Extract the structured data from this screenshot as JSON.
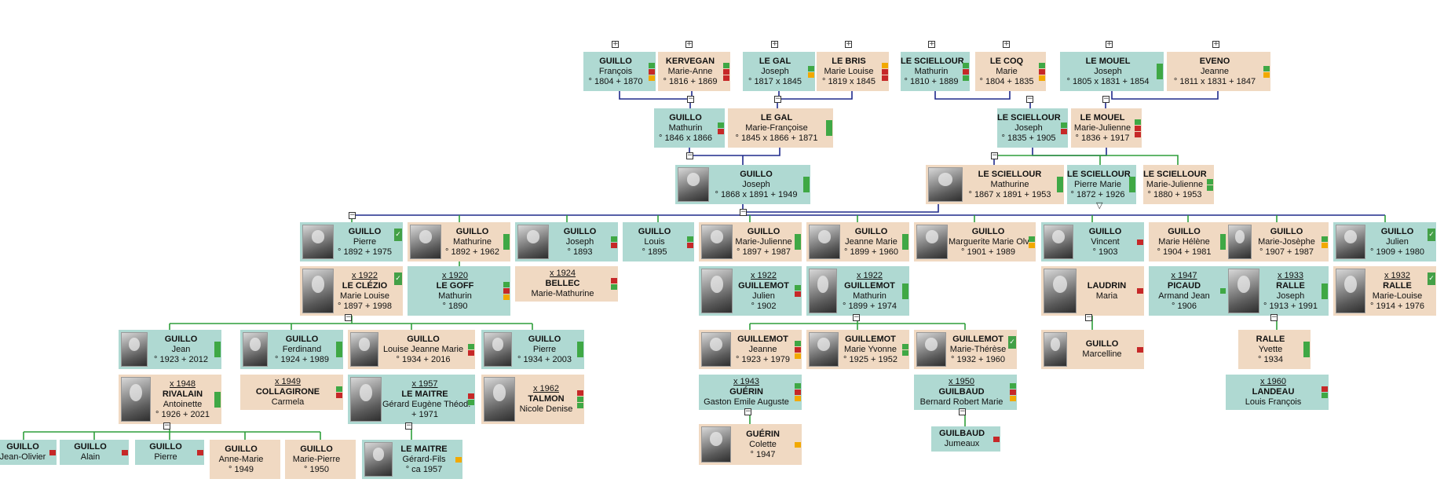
{
  "colors": {
    "male": "#afd9d2",
    "female": "#f0d9c2",
    "ancestorLine": "#1f2a8c",
    "descLine": "#2e9e3a",
    "green": "#3fa845",
    "red": "#c62828",
    "orange": "#f2a900"
  },
  "people": [
    {
      "id": "p_fr",
      "sex": "m",
      "surname": "GUILLO",
      "given": "François",
      "dates": "° 1804   + 1870",
      "flags": [
        "green",
        "red",
        "orange"
      ],
      "toggle": "plus"
    },
    {
      "id": "p_ma",
      "sex": "f",
      "surname": "KERVEGAN",
      "given": "Marie-Anne",
      "dates": "° 1816   + 1869",
      "flags": [
        "green",
        "red",
        "red"
      ],
      "toggle": "plus"
    },
    {
      "id": "p_jlg",
      "sex": "m",
      "surname": "LE GAL",
      "given": "Joseph",
      "dates": "° 1817   x 1845",
      "flags": [
        "green",
        "orange"
      ],
      "toggle": "plus"
    },
    {
      "id": "p_mlb",
      "sex": "f",
      "surname": "LE BRIS",
      "given": "Marie Louise",
      "dates": "° 1819   x 1845",
      "flags": [
        "orange",
        "red",
        "red"
      ],
      "toggle": "plus"
    },
    {
      "id": "p_msc",
      "sex": "m",
      "surname": "LE SCIELLOUR",
      "given": "Mathurin",
      "dates": "° 1810   + 1889",
      "flags": [
        "green",
        "red",
        "green"
      ],
      "toggle": "plus"
    },
    {
      "id": "p_mco",
      "sex": "f",
      "surname": "LE COQ",
      "given": "Marie",
      "dates": "° 1804   + 1835",
      "flags": [
        "green",
        "red",
        "orange"
      ],
      "toggle": "plus"
    },
    {
      "id": "p_jmo",
      "sex": "m",
      "surname": "LE MOUEL",
      "given": "Joseph",
      "dates": "° 1805   x 1831   + 1854",
      "flags": [
        "tall-green"
      ],
      "toggle": "plus"
    },
    {
      "id": "p_jev",
      "sex": "f",
      "surname": "EVENO",
      "given": "Jeanne",
      "dates": "° 1811   x 1831   + 1847",
      "flags": [
        "green",
        "orange"
      ],
      "toggle": "plus"
    },
    {
      "id": "p_mgu",
      "sex": "m",
      "surname": "GUILLO",
      "given": "Mathurin",
      "dates": "° 1846   x 1866",
      "flags": [
        "green",
        "red"
      ]
    },
    {
      "id": "p_mfg",
      "sex": "f",
      "surname": "LE GAL",
      "given": "Marie-Françoise",
      "dates": "° 1845   x 1866   + 1871",
      "flags": [
        "tall-green"
      ]
    },
    {
      "id": "p_jsc",
      "sex": "m",
      "surname": "LE SCIELLOUR",
      "given": "Joseph",
      "dates": "° 1835   + 1905",
      "flags": [
        "green",
        "red"
      ]
    },
    {
      "id": "p_mjm",
      "sex": "f",
      "surname": "LE MOUEL",
      "given": "Marie-Julienne",
      "dates": "° 1836   + 1917",
      "flags": [
        "green",
        "red",
        "red"
      ]
    },
    {
      "id": "p_jgu",
      "sex": "m",
      "surname": "GUILLO",
      "given": "Joseph",
      "dates": "° 1868   x 1891   + 1949",
      "flags": [
        "tall-green"
      ],
      "photo": true
    },
    {
      "id": "p_mts",
      "sex": "f",
      "surname": "LE SCIELLOUR",
      "given": "Mathurine",
      "dates": "° 1867   x 1891   + 1953",
      "flags": [
        "tall-green"
      ],
      "photo": true
    },
    {
      "id": "p_pms",
      "sex": "m",
      "surname": "LE SCIELLOUR",
      "given": "Pierre Marie",
      "dates": "° 1872   + 1926",
      "flags": [
        "tall-green"
      ]
    },
    {
      "id": "p_mjs",
      "sex": "f",
      "surname": "LE SCIELLOUR",
      "given": "Marie-Julienne",
      "dates": "° 1880   + 1953",
      "flags": [
        "green",
        "green"
      ]
    },
    {
      "id": "c_pie",
      "sex": "m",
      "surname": "GUILLO",
      "given": "Pierre",
      "dates": "° 1892   + 1975",
      "photo": true,
      "check": true
    },
    {
      "id": "c_mat",
      "sex": "f",
      "surname": "GUILLO",
      "given": "Mathurine",
      "dates": "° 1892   + 1962",
      "flags": [
        "tall-green"
      ],
      "photo": true
    },
    {
      "id": "c_jos",
      "sex": "m",
      "surname": "GUILLO",
      "given": "Joseph",
      "dates": "° 1893",
      "flags": [
        "green",
        "red"
      ],
      "photo": true
    },
    {
      "id": "c_lou",
      "sex": "m",
      "surname": "GUILLO",
      "given": "Louis",
      "dates": "° 1895",
      "flags": [
        "green",
        "red"
      ]
    },
    {
      "id": "c_mju",
      "sex": "f",
      "surname": "GUILLO",
      "given": "Marie-Julienne",
      "dates": "° 1897   + 1987",
      "flags": [
        "tall-green"
      ],
      "photo": true
    },
    {
      "id": "c_jma",
      "sex": "f",
      "surname": "GUILLO",
      "given": "Jeanne Marie",
      "dates": "° 1899   + 1960",
      "flags": [
        "tall-green"
      ],
      "photo": true
    },
    {
      "id": "c_mmo",
      "sex": "f",
      "surname": "GUILLO",
      "given": "Marguerite Marie Olv.",
      "dates": "° 1901   + 1989",
      "flags": [
        "green",
        "orange"
      ],
      "photo": true
    },
    {
      "id": "c_vin",
      "sex": "m",
      "surname": "GUILLO",
      "given": "Vincent",
      "dates": "° 1903",
      "flags": [
        "red"
      ],
      "photo": true
    },
    {
      "id": "c_mhe",
      "sex": "f",
      "surname": "GUILLO",
      "given": "Marie Hélène",
      "dates": "° 1904   + 1981",
      "flags": [
        "tall-green"
      ]
    },
    {
      "id": "c_mjo",
      "sex": "f",
      "surname": "GUILLO",
      "given": "Marie-Josèphe",
      "dates": "° 1907   + 1987",
      "flags": [
        "green",
        "orange"
      ],
      "photo": true
    },
    {
      "id": "c_jul",
      "sex": "m",
      "surname": "GUILLO",
      "given": "Julien",
      "dates": "° 1909   + 1980",
      "photo": true,
      "check": true
    },
    {
      "id": "s_mlc",
      "sex": "f",
      "marr": "x 1922",
      "surname": "LE CLÉZIO",
      "given": "Marie Louise",
      "dates": "° 1897   + 1998",
      "photo": true,
      "check": true,
      "toggle": "minus"
    },
    {
      "id": "s_mlg",
      "sex": "m",
      "marr": "x 1920",
      "surname": "LE GOFF",
      "given": "Mathurin",
      "dates": "° 1890",
      "flags": [
        "green",
        "red",
        "orange"
      ]
    },
    {
      "id": "s_mmb",
      "sex": "f",
      "marr": "x 1924",
      "surname": "BELLEC",
      "given": "Marie-Mathurine",
      "flags": [
        "red",
        "green"
      ]
    },
    {
      "id": "s_jgm",
      "sex": "m",
      "marr": "x 1922",
      "surname": "GUILLEMOT",
      "given": "Julien",
      "dates": "° 1902",
      "flags": [
        "green",
        "red"
      ],
      "photo": true
    },
    {
      "id": "s_mgm",
      "sex": "m",
      "marr": "x 1922",
      "surname": "GUILLEMOT",
      "given": "Mathurin",
      "dates": "° 1899   + 1974",
      "flags": [
        "tall-green"
      ],
      "photo": true,
      "toggle": "minus"
    },
    {
      "id": "s_mla",
      "sex": "f",
      "surname": "LAUDRIN",
      "given": "Maria",
      "flags": [
        "red"
      ],
      "photo": true,
      "toggle": "minus"
    },
    {
      "id": "s_ajp",
      "sex": "m",
      "marr": "x 1947",
      "surname": "PICAUD",
      "given": "Armand Jean",
      "dates": "° 1906",
      "flags": [
        "green"
      ]
    },
    {
      "id": "s_jra",
      "sex": "m",
      "marr": "x 1933",
      "surname": "RALLE",
      "given": "Joseph",
      "dates": "° 1913   + 1991",
      "flags": [
        "tall-green"
      ],
      "photo": true,
      "toggle": "minus"
    },
    {
      "id": "s_mlr",
      "sex": "f",
      "marr": "x 1932",
      "surname": "RALLE",
      "given": "Marie-Louise",
      "dates": "° 1914   + 1976",
      "photo": true,
      "check": true
    },
    {
      "id": "g_jea",
      "sex": "m",
      "surname": "GUILLO",
      "given": "Jean",
      "dates": "° 1923   + 2012",
      "flags": [
        "tall-green"
      ],
      "photo": true
    },
    {
      "id": "g_fer",
      "sex": "m",
      "surname": "GUILLO",
      "given": "Ferdinand",
      "dates": "° 1924   + 1989",
      "flags": [
        "tall-green"
      ],
      "photo": true
    },
    {
      "id": "g_ljm",
      "sex": "f",
      "surname": "GUILLO",
      "given": "Louise Jeanne Marie",
      "dates": "° 1934   + 2016",
      "flags": [
        "green",
        "red"
      ],
      "photo": true
    },
    {
      "id": "g_pie",
      "sex": "m",
      "surname": "GUILLO",
      "given": "Pierre",
      "dates": "° 1934   + 2003",
      "flags": [
        "tall-green"
      ],
      "photo": true
    },
    {
      "id": "g_jgt",
      "sex": "f",
      "surname": "GUILLEMOT",
      "given": "Jeanne",
      "dates": "° 1923   + 1979",
      "flags": [
        "green",
        "red",
        "orange"
      ],
      "photo": true
    },
    {
      "id": "g_mym",
      "sex": "f",
      "surname": "GUILLEMOT",
      "given": "Marie Yvonne",
      "dates": "° 1925   + 1952",
      "flags": [
        "green",
        "green"
      ],
      "photo": true
    },
    {
      "id": "g_mth",
      "sex": "f",
      "surname": "GUILLEMOT",
      "given": "Marie-Thérèse",
      "dates": "° 1932   + 1960",
      "photo": true,
      "check": true
    },
    {
      "id": "g_mcg",
      "sex": "f",
      "surname": "GUILLO",
      "given": "Marcelline",
      "flags": [
        "red"
      ],
      "photo": true
    },
    {
      "id": "g_yra",
      "sex": "f",
      "surname": "RALLE",
      "given": "Yvette",
      "dates": "° 1934",
      "flags": [
        "tall-green"
      ]
    },
    {
      "id": "g_ari",
      "sex": "f",
      "marr": "x 1948",
      "surname": "RIVALAIN",
      "given": "Antoinette",
      "dates": "° 1926   + 2021",
      "flags": [
        "tall-green"
      ],
      "photo": true,
      "toggle": "minus"
    },
    {
      "id": "g_cco",
      "sex": "f",
      "marr": "x 1949",
      "surname": "COLLAGIRONE",
      "given": "Carmela",
      "flags": [
        "green",
        "red"
      ]
    },
    {
      "id": "g_gem",
      "sex": "m",
      "marr": "x 1957",
      "surname": "LE MAITRE",
      "given": "Gérard Eugène Théod.",
      "dates": "+ 1971",
      "flags": [
        "red",
        "green"
      ],
      "photo": true,
      "toggle": "minus"
    },
    {
      "id": "g_ndt",
      "sex": "f",
      "marr": "x 1962",
      "surname": "TALMON",
      "given": "Nicole Denise",
      "flags": [
        "red",
        "green",
        "green"
      ],
      "photo": true
    },
    {
      "id": "g_geg",
      "sex": "m",
      "marr": "x 1943",
      "surname": "GUÉRIN",
      "given": "Gaston Emile Auguste",
      "flags": [
        "green",
        "red",
        "orange"
      ],
      "toggle": "minus"
    },
    {
      "id": "g_bgb",
      "sex": "m",
      "marr": "x 1950",
      "surname": "GUILBAUD",
      "given": "Bernard Robert Marie",
      "flags": [
        "green",
        "red",
        "orange"
      ],
      "toggle": "minus"
    },
    {
      "id": "g_lfl",
      "sex": "m",
      "marr": "x 1960",
      "surname": "LANDEAU",
      "given": "Louis François",
      "flags": [
        "red",
        "green"
      ]
    },
    {
      "id": "r_jol",
      "sex": "m",
      "surname": "GUILLO",
      "given": "Jean-Olivier",
      "flags": [
        "red"
      ]
    },
    {
      "id": "r_ala",
      "sex": "m",
      "surname": "GUILLO",
      "given": "Alain",
      "flags": [
        "red"
      ]
    },
    {
      "id": "r_pie",
      "sex": "m",
      "surname": "GUILLO",
      "given": "Pierre",
      "flags": [
        "red"
      ]
    },
    {
      "id": "r_amr",
      "sex": "f",
      "surname": "GUILLO",
      "given": "Anne-Marie",
      "dates": "° 1949"
    },
    {
      "id": "r_mpi",
      "sex": "f",
      "surname": "GUILLO",
      "given": "Marie-Pierre",
      "dates": "° 1950"
    },
    {
      "id": "r_gfl",
      "sex": "m",
      "surname": "LE MAITRE",
      "given": "Gérard-Fils",
      "dates": "° ca 1957",
      "flags": [
        "orange"
      ],
      "photo": true
    },
    {
      "id": "r_cgu",
      "sex": "f",
      "surname": "GUÉRIN",
      "given": "Colette",
      "dates": "° 1947",
      "flags": [
        "orange"
      ],
      "photo": true
    },
    {
      "id": "r_jgb",
      "sex": "m",
      "surname": "GUILBAUD",
      "given": "Jumeaux",
      "flags": [
        "red"
      ]
    }
  ]
}
